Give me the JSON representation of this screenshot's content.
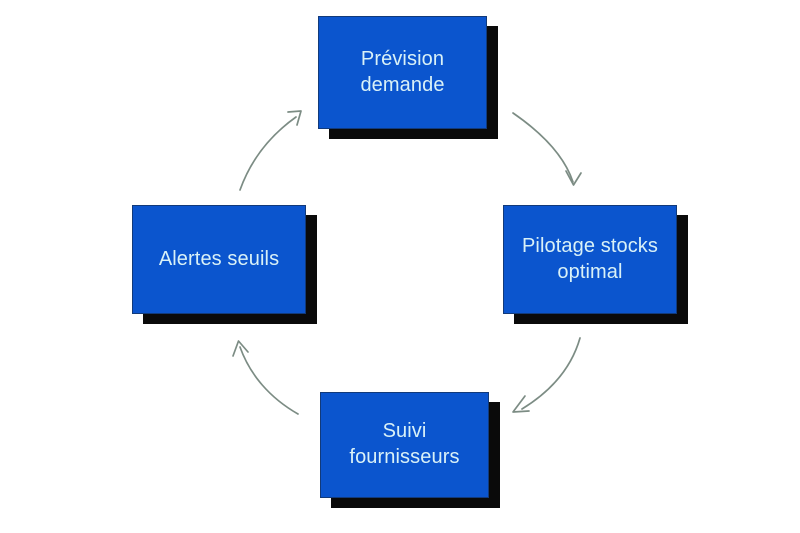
{
  "diagram": {
    "type": "cycle",
    "direction": "clockwise",
    "background_color": "#ffffff",
    "node_fill_color": "#0B55CE",
    "node_text_color": "#d9f1f7",
    "node_shadow_color": "#0a0a0a",
    "arrow_color": "#7c8c84",
    "nodes": [
      {
        "id": "prevision",
        "label": "Prévision\ndemande",
        "position": "top"
      },
      {
        "id": "pilotage",
        "label": "Pilotage stocks\noptimal",
        "position": "right"
      },
      {
        "id": "suivi",
        "label": "Suivi\nfournisseurs",
        "position": "bottom"
      },
      {
        "id": "alertes",
        "label": "Alertes seuils",
        "position": "left"
      }
    ],
    "connectors": [
      {
        "id": "prevision-to-pilotage",
        "from": "prevision",
        "to": "pilotage",
        "style": "curved-arrow"
      },
      {
        "id": "pilotage-to-suivi",
        "from": "pilotage",
        "to": "suivi",
        "style": "curved-arrow"
      },
      {
        "id": "suivi-to-alertes",
        "from": "suivi",
        "to": "alertes",
        "style": "curved-arrow"
      },
      {
        "id": "alertes-to-prevision",
        "from": "alertes",
        "to": "prevision",
        "style": "curved-arrow"
      }
    ]
  }
}
